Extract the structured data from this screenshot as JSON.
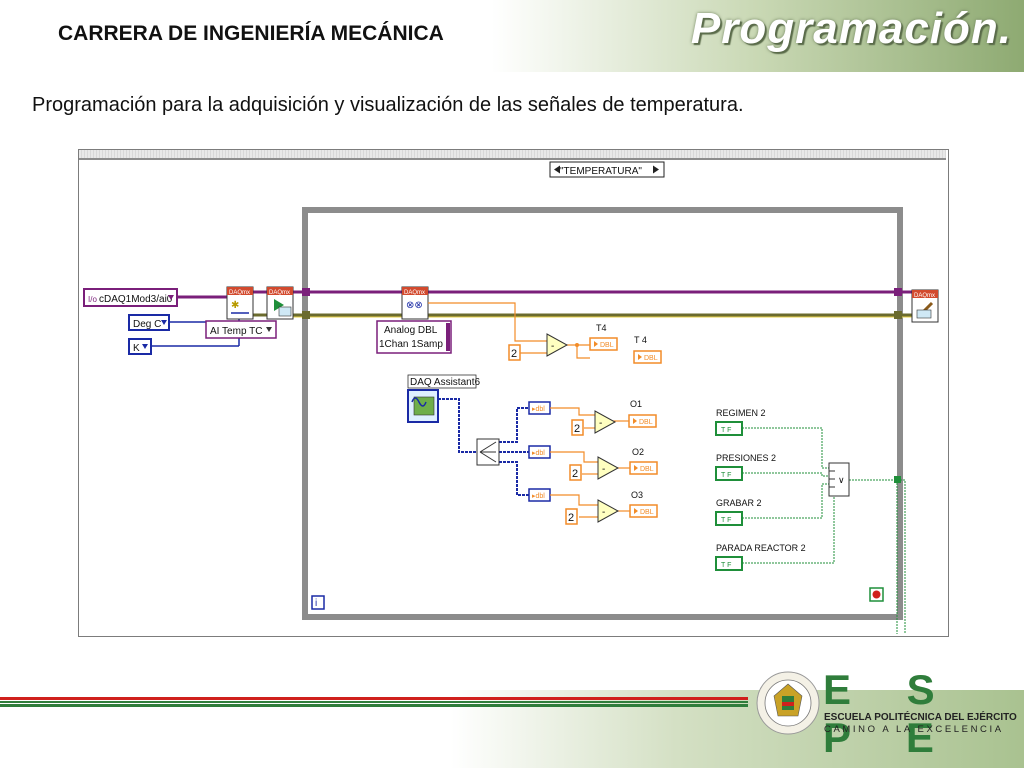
{
  "slide": {
    "career": "CARRERA DE INGENIERÍA MECÁNICA",
    "title": "Programación.",
    "subtitle": "Programación para la adquisición y visualización de las señales de temperatura."
  },
  "diagram": {
    "case_selector": "\"TEMPERATURA\"",
    "physical_channel": "cDAQ1Mod3/ai0",
    "units_c": "Deg C",
    "units_k": "K",
    "task_type": "AI Temp TC",
    "read_mode_line1": "Analog DBL",
    "read_mode_line2": "1Chan 1Samp",
    "daq_assistant": "DAQ Assistant6",
    "daqmx": "DAQmx",
    "dbl": "DBL",
    "tf": "T F",
    "const_two": "2",
    "const_minus": "-",
    "or_symbol": "∨",
    "info_icon": "i",
    "indicators": {
      "t4_label": "T4",
      "t4_value_label": "T 4",
      "o1": "O1",
      "o2": "O2",
      "o3": "O3"
    },
    "booleans": [
      "REGIMEN 2",
      "PRESIONES 2",
      "GRABAR 2",
      "PARADA REACTOR 2"
    ]
  },
  "brand": {
    "letters": "E S P E",
    "school": "ESCUELA POLITÉCNICA DEL EJÉRCITO",
    "motto": "CAMINO A LA EXCELENCIA",
    "colors": {
      "green": "#2f7d3b",
      "red": "#d0201c"
    }
  },
  "colors": {
    "wire_task": "#7a1f7a",
    "wire_error": "#6b6b2e",
    "wire_numeric": "#f28c28",
    "wire_boolean": "#1f8f3a",
    "wire_signal": "#1a2aa5",
    "loop_frame": "#8c8c8c"
  }
}
